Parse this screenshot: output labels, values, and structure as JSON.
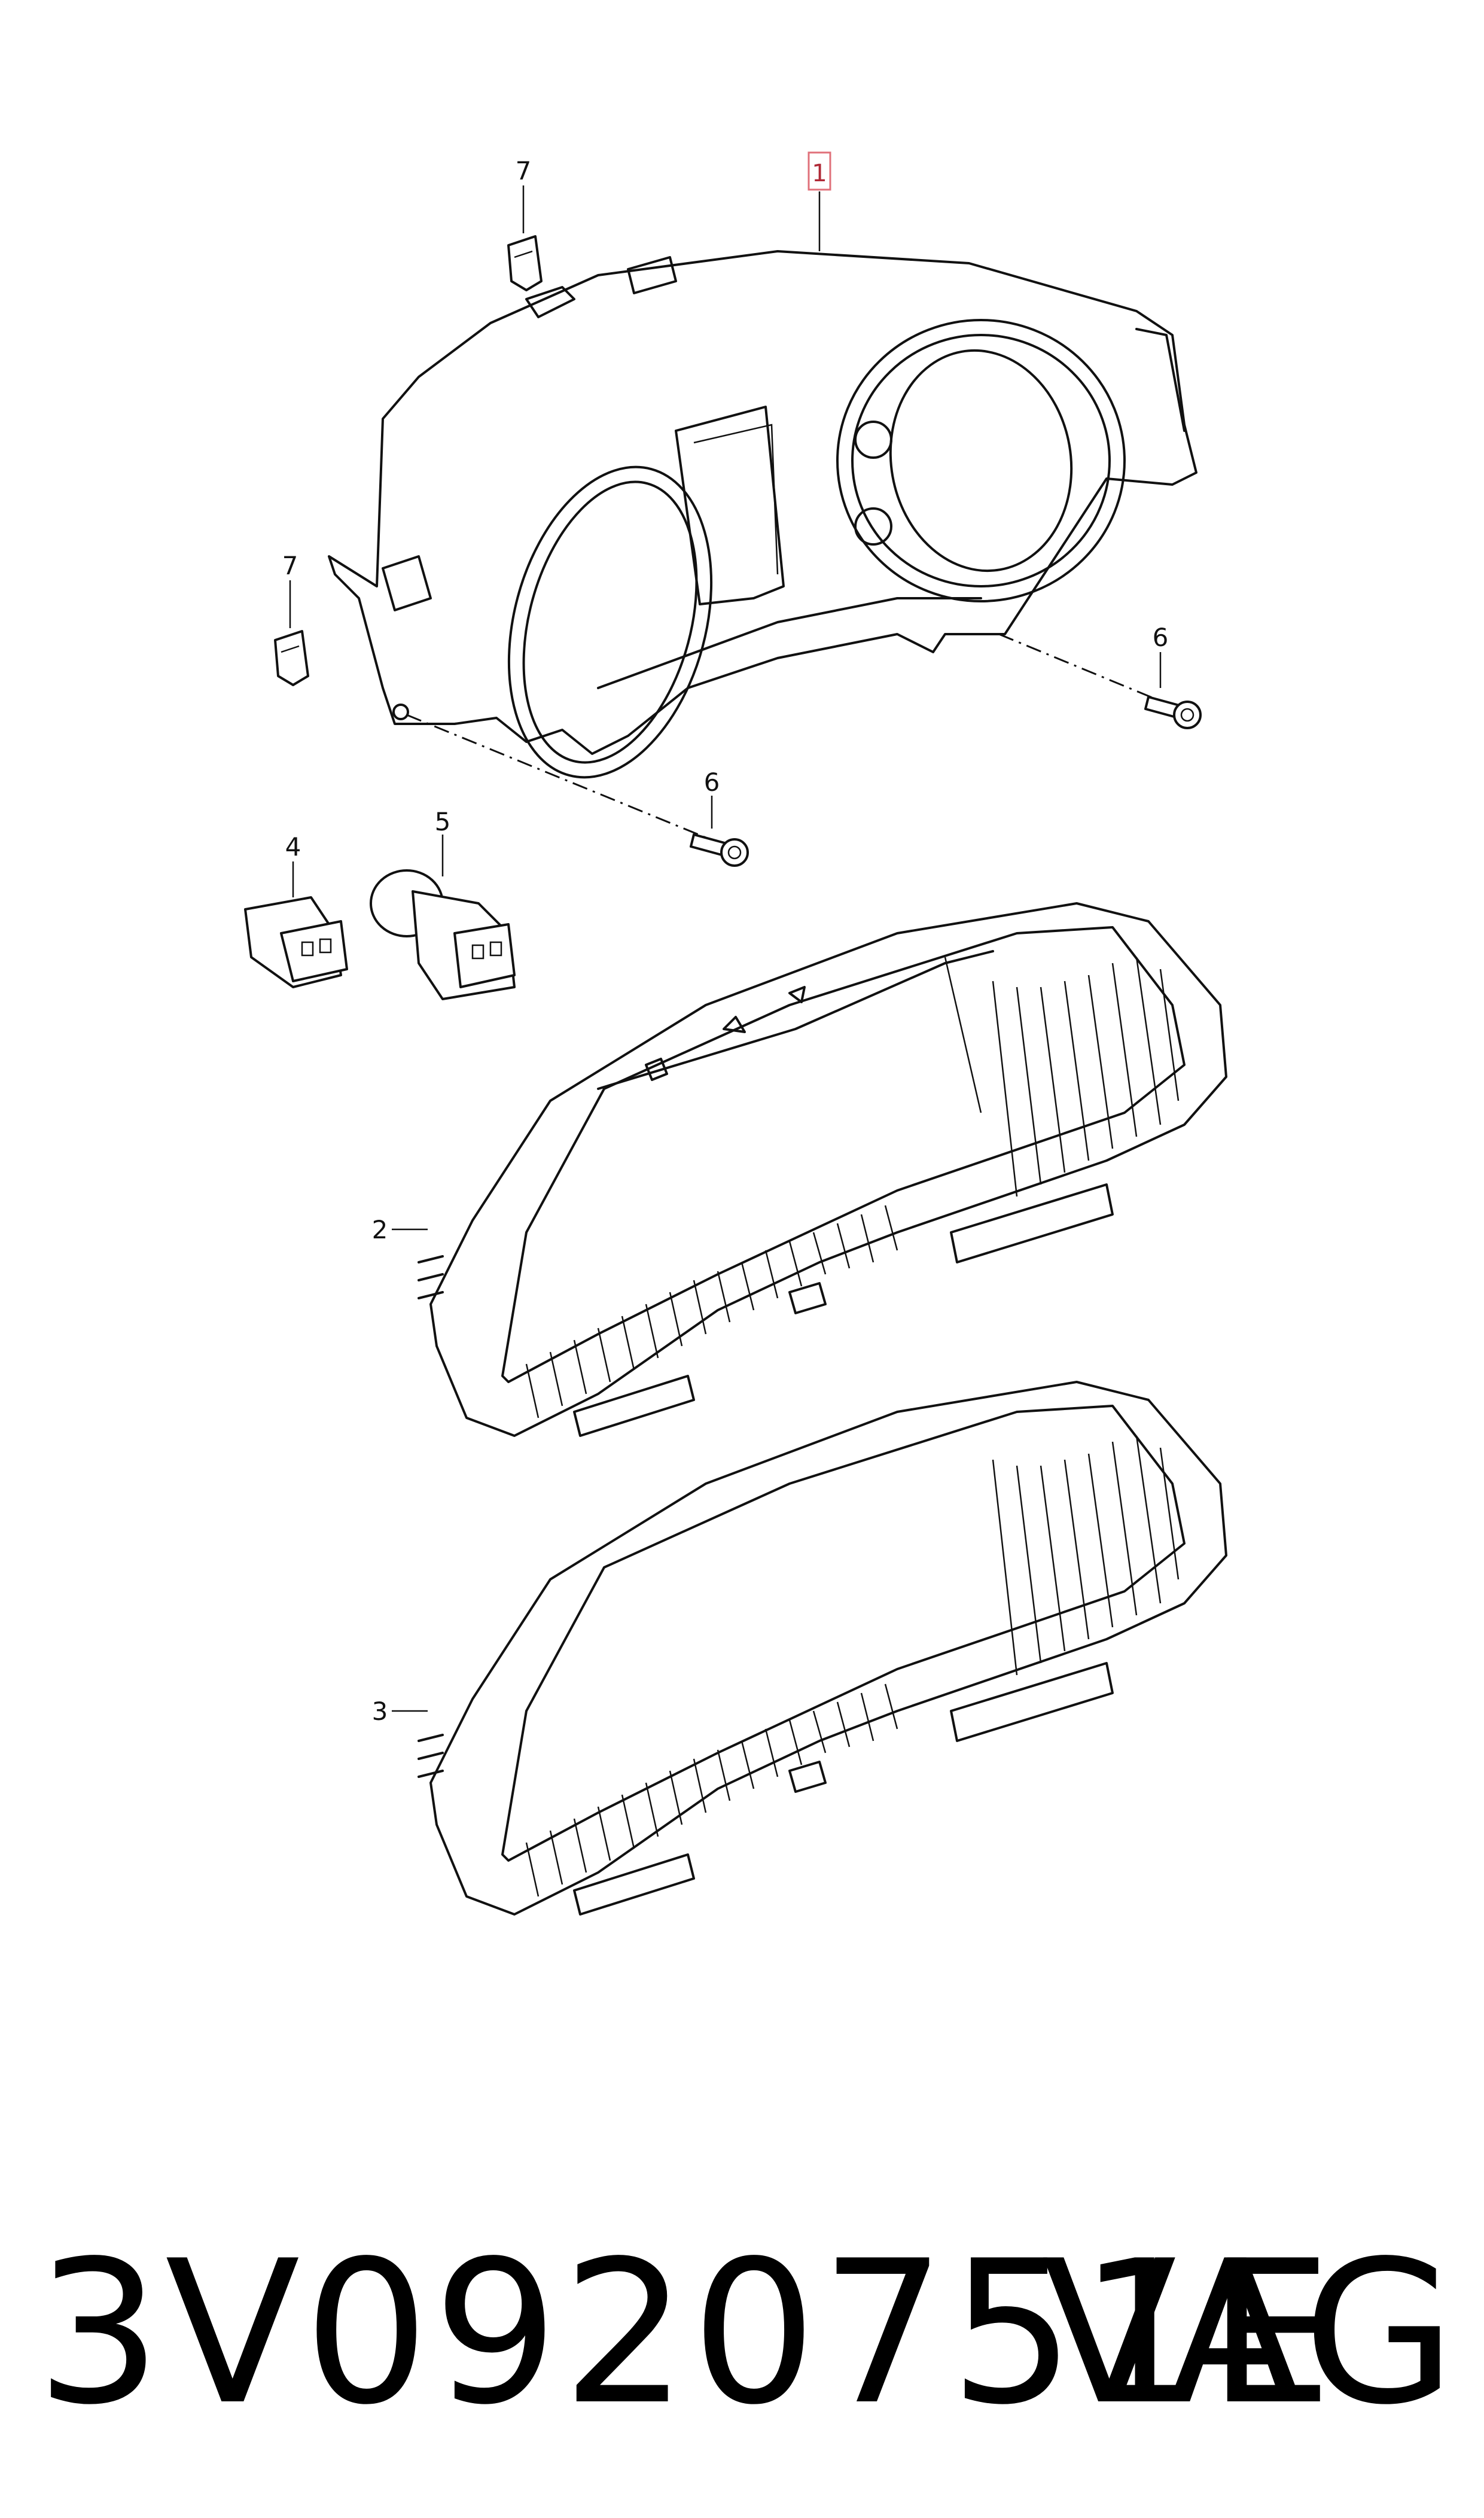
{
  "diagram": {
    "callouts": {
      "c1": "1",
      "c2": "2",
      "c3": "3",
      "c4": "4",
      "c5": "5",
      "c6a": "6",
      "c6b": "6",
      "c7a": "7",
      "c7b": "7"
    },
    "highlight_color": "#e0707a"
  },
  "footer": {
    "part_number": "3V0920751E",
    "brand": "VAG"
  }
}
